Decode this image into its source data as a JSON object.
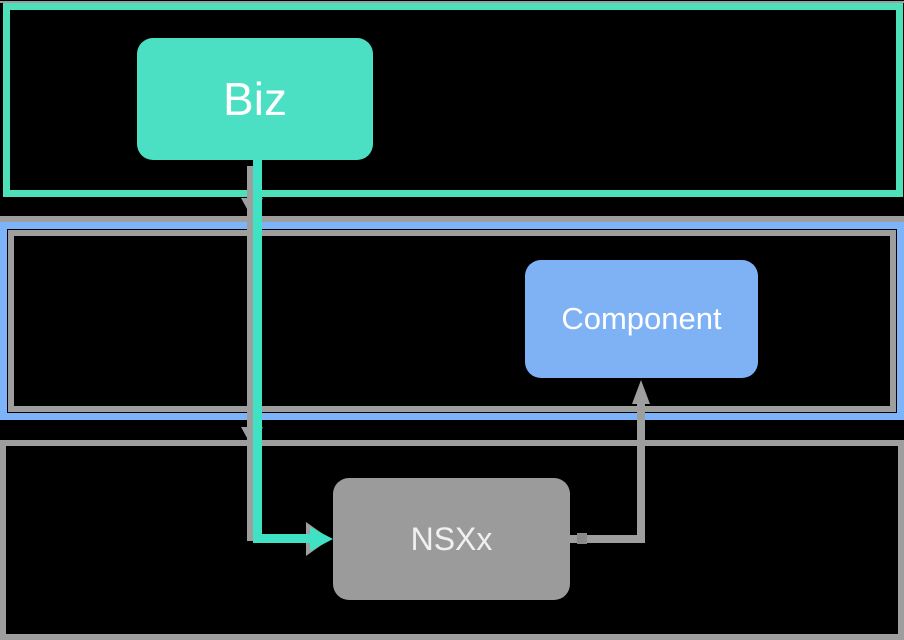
{
  "diagram": {
    "background": "#000000",
    "lanes": [
      {
        "name": "top-lane",
        "border_color": "#4ee0b8"
      },
      {
        "name": "middle-lane",
        "border_color": "#7db3f8",
        "inner_border_color": "#9e9e9e"
      },
      {
        "name": "bottom-lane",
        "border_color": "#9e9e9e"
      }
    ],
    "nodes": {
      "biz": {
        "label": "Biz",
        "fill": "#4be0c3",
        "text_color": "#ffffff"
      },
      "component": {
        "label": "Component",
        "fill": "#7fb1f5",
        "text_color": "#ffffff"
      },
      "nsxx": {
        "label": "NSXx",
        "fill": "#9b9b9b",
        "text_color": "#f0f0f0"
      }
    },
    "edges": [
      {
        "name": "biz-to-nsxx",
        "color": "#3fe2c2",
        "arrowhead": "right"
      },
      {
        "name": "biz-to-middle-lane",
        "color": "#9e9e9e",
        "arrowhead": "down"
      },
      {
        "name": "biz-to-bottom-lane",
        "color": "#9e9e9e",
        "arrowhead": "down"
      },
      {
        "name": "nsxx-to-component",
        "color": "#9e9e9e",
        "arrowhead": "up"
      }
    ]
  }
}
